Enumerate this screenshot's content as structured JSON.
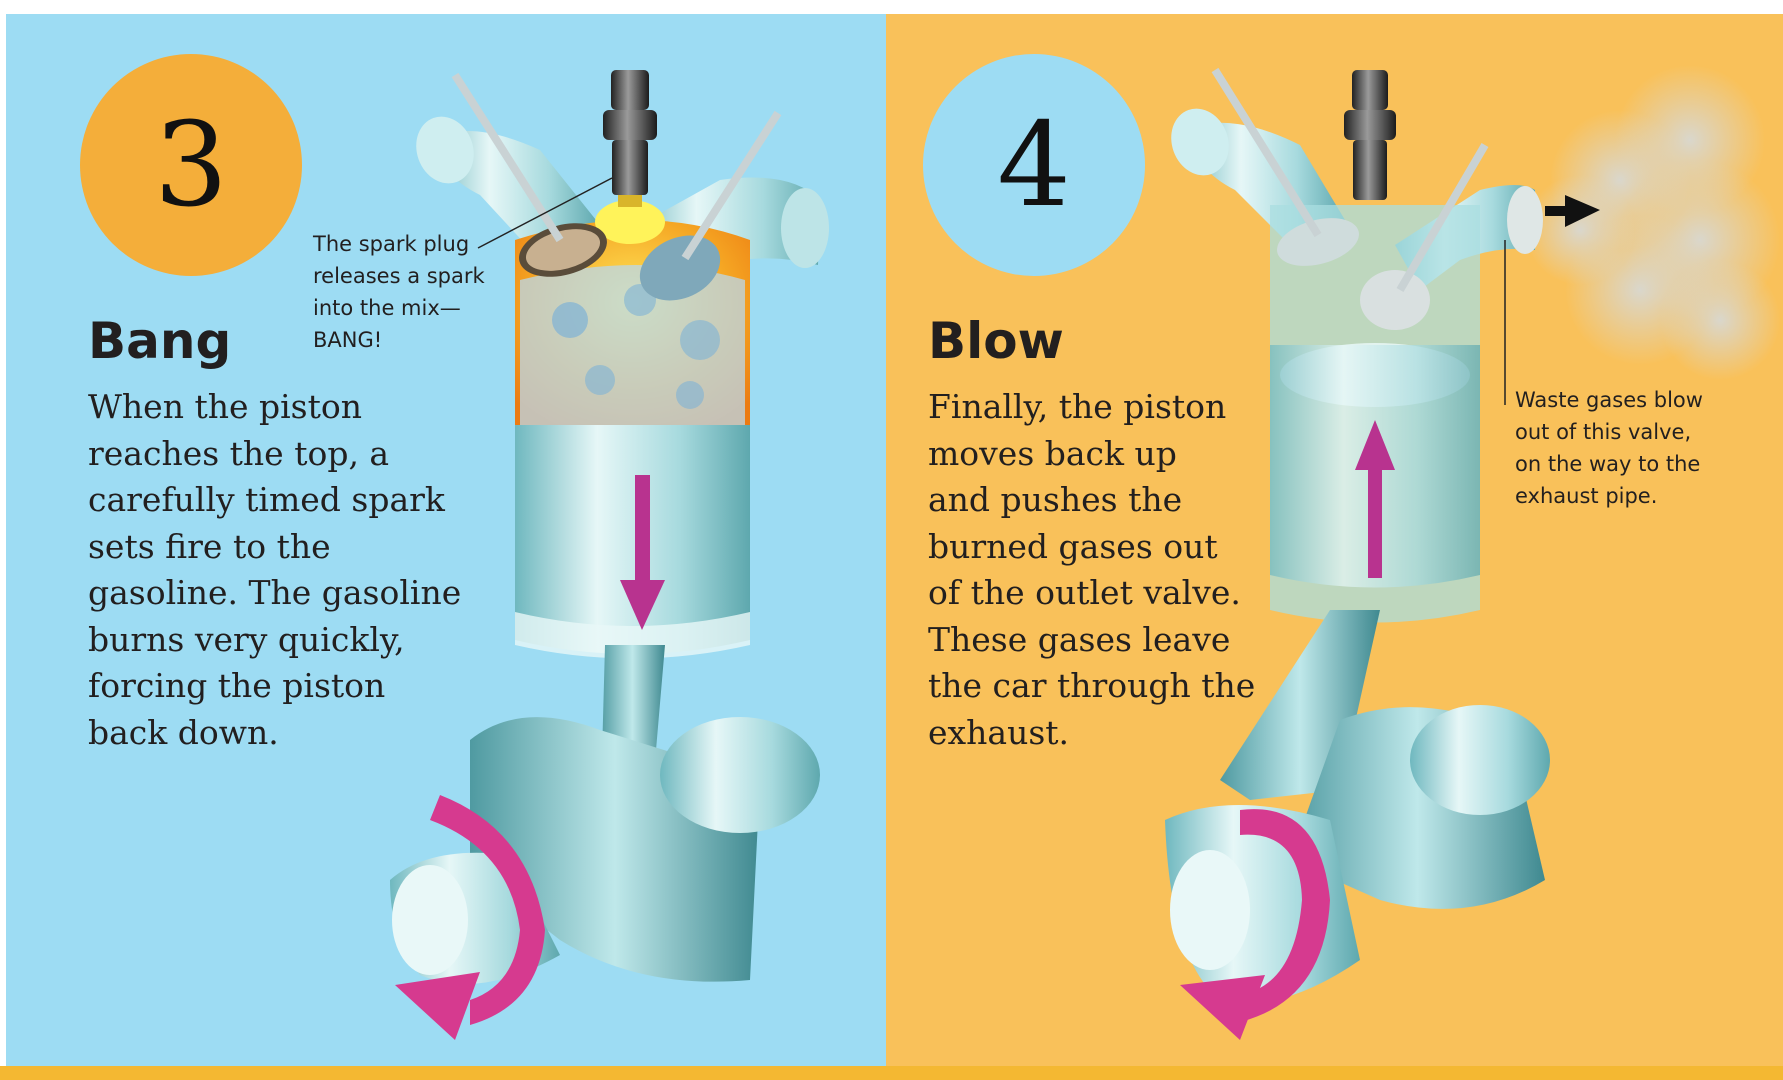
{
  "steps": [
    {
      "number": "3",
      "title": "Bang",
      "body": [
        "When the piston",
        "reaches the top, a",
        "carefully timed spark",
        "sets fire to the",
        "gasoline. The gasoline",
        "burns very quickly,",
        "forcing the piston",
        "back down."
      ],
      "caption": [
        "The spark plug",
        "releases a spark",
        "into the mix—",
        "BANG!"
      ]
    },
    {
      "number": "4",
      "title": "Blow",
      "body": [
        "Finally, the piston",
        "moves back up",
        "and pushes the",
        "burned gases out",
        "of the outlet valve.",
        "These gases leave",
        "the car through the",
        "exhaust."
      ],
      "caption": [
        "Waste gases blow",
        "out of this valve,",
        "on the way to the",
        "exhaust pipe."
      ]
    }
  ],
  "colors": {
    "blue_panel": "#9ddcf3",
    "orange_panel": "#f9c15a",
    "step_circle_orange": "#f4ae3a",
    "arrow_magenta": "#b8338f",
    "metal_cyan": "#a9dde0"
  },
  "icons": [
    "spark-plug-icon",
    "piston-down-arrow-icon",
    "piston-up-arrow-icon",
    "crank-rotation-arrow-icon",
    "exhaust-arrow-icon"
  ]
}
